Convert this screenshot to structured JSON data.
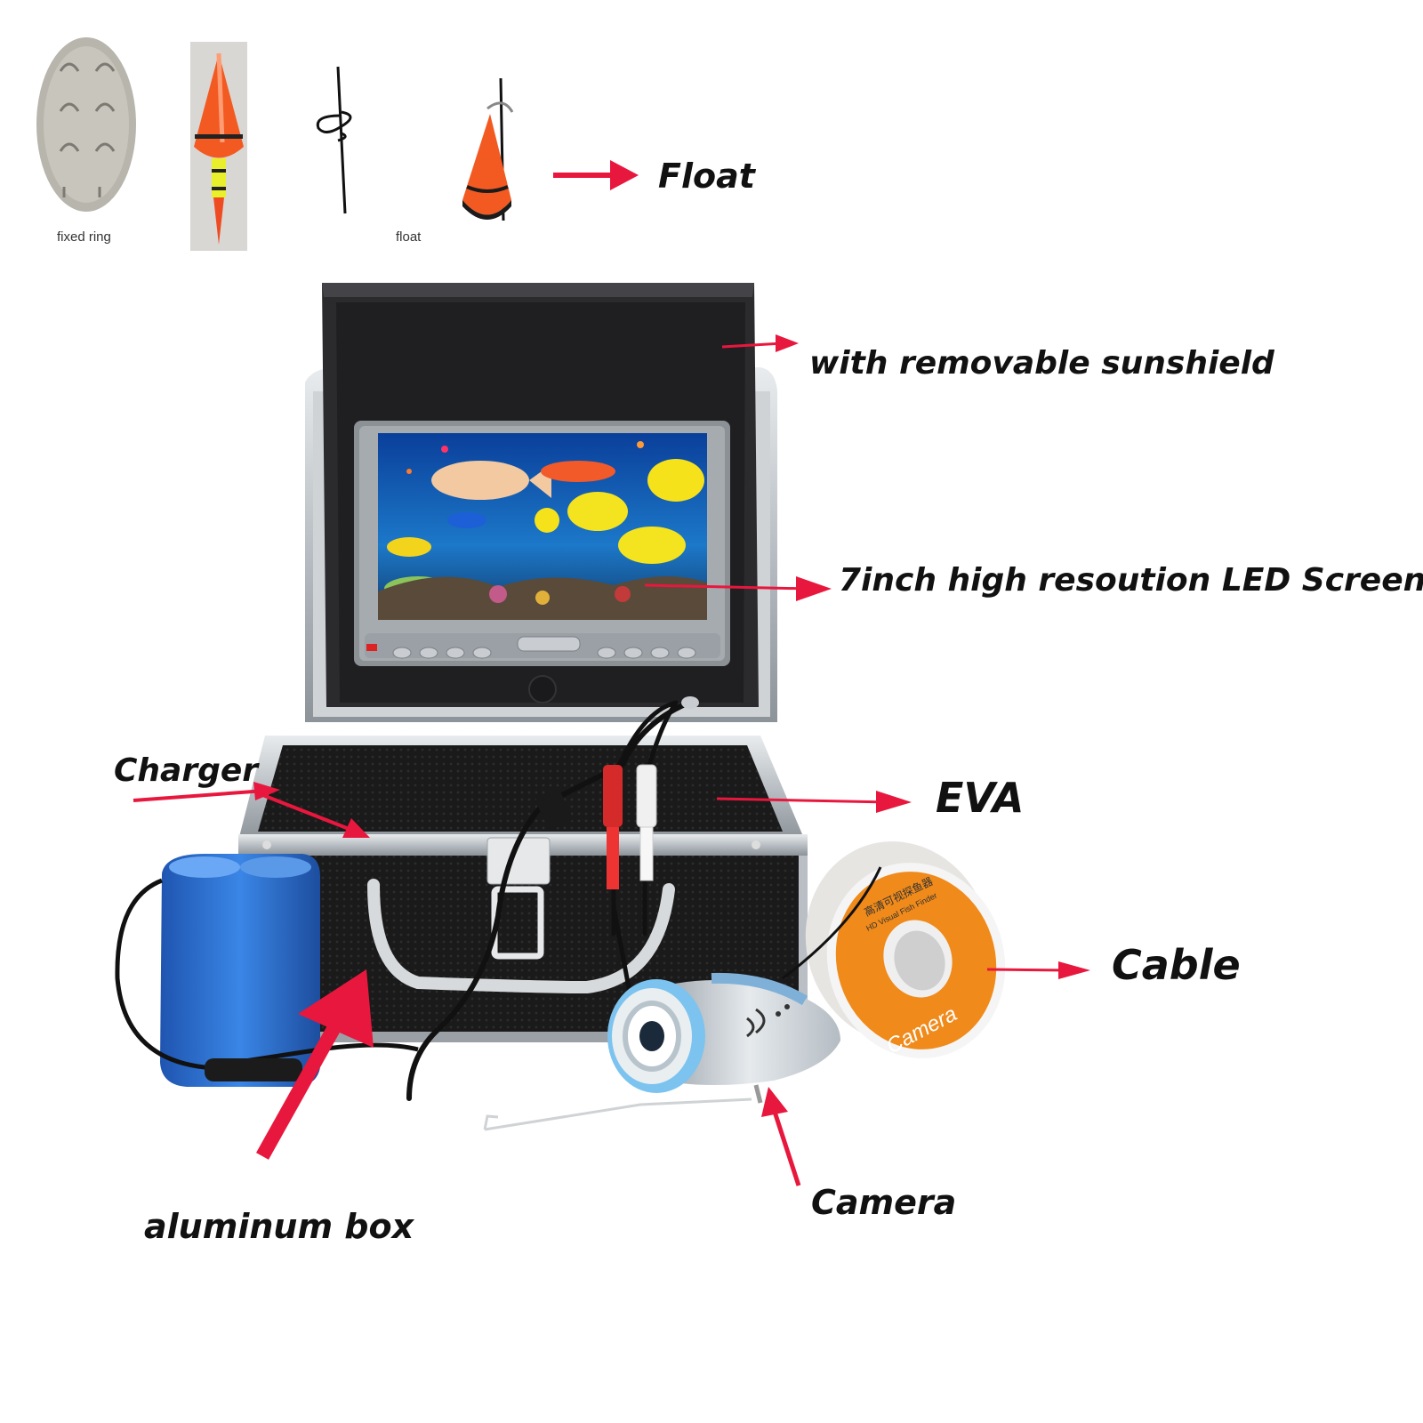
{
  "accessories": {
    "fixed_ring_caption": "fixed ring",
    "float_caption": "float"
  },
  "labels": {
    "float": "Float",
    "sunshield": "with removable sunshield",
    "screen": "7inch high resoution LED Screen",
    "charger": "Charger",
    "eva": "EVA",
    "cable": "Cable",
    "camera": "Camera",
    "aluminum_box": "aluminum box"
  },
  "spool": {
    "brand_text": "Camera",
    "cn_text": "高清可视探鱼器",
    "en_text": "HD Visual Fish Finder"
  },
  "colors": {
    "arrow": "#e8173d",
    "battery": "#2f6fd0",
    "spool_orange": "#f08a1a",
    "float_orange": "#f25a22"
  }
}
